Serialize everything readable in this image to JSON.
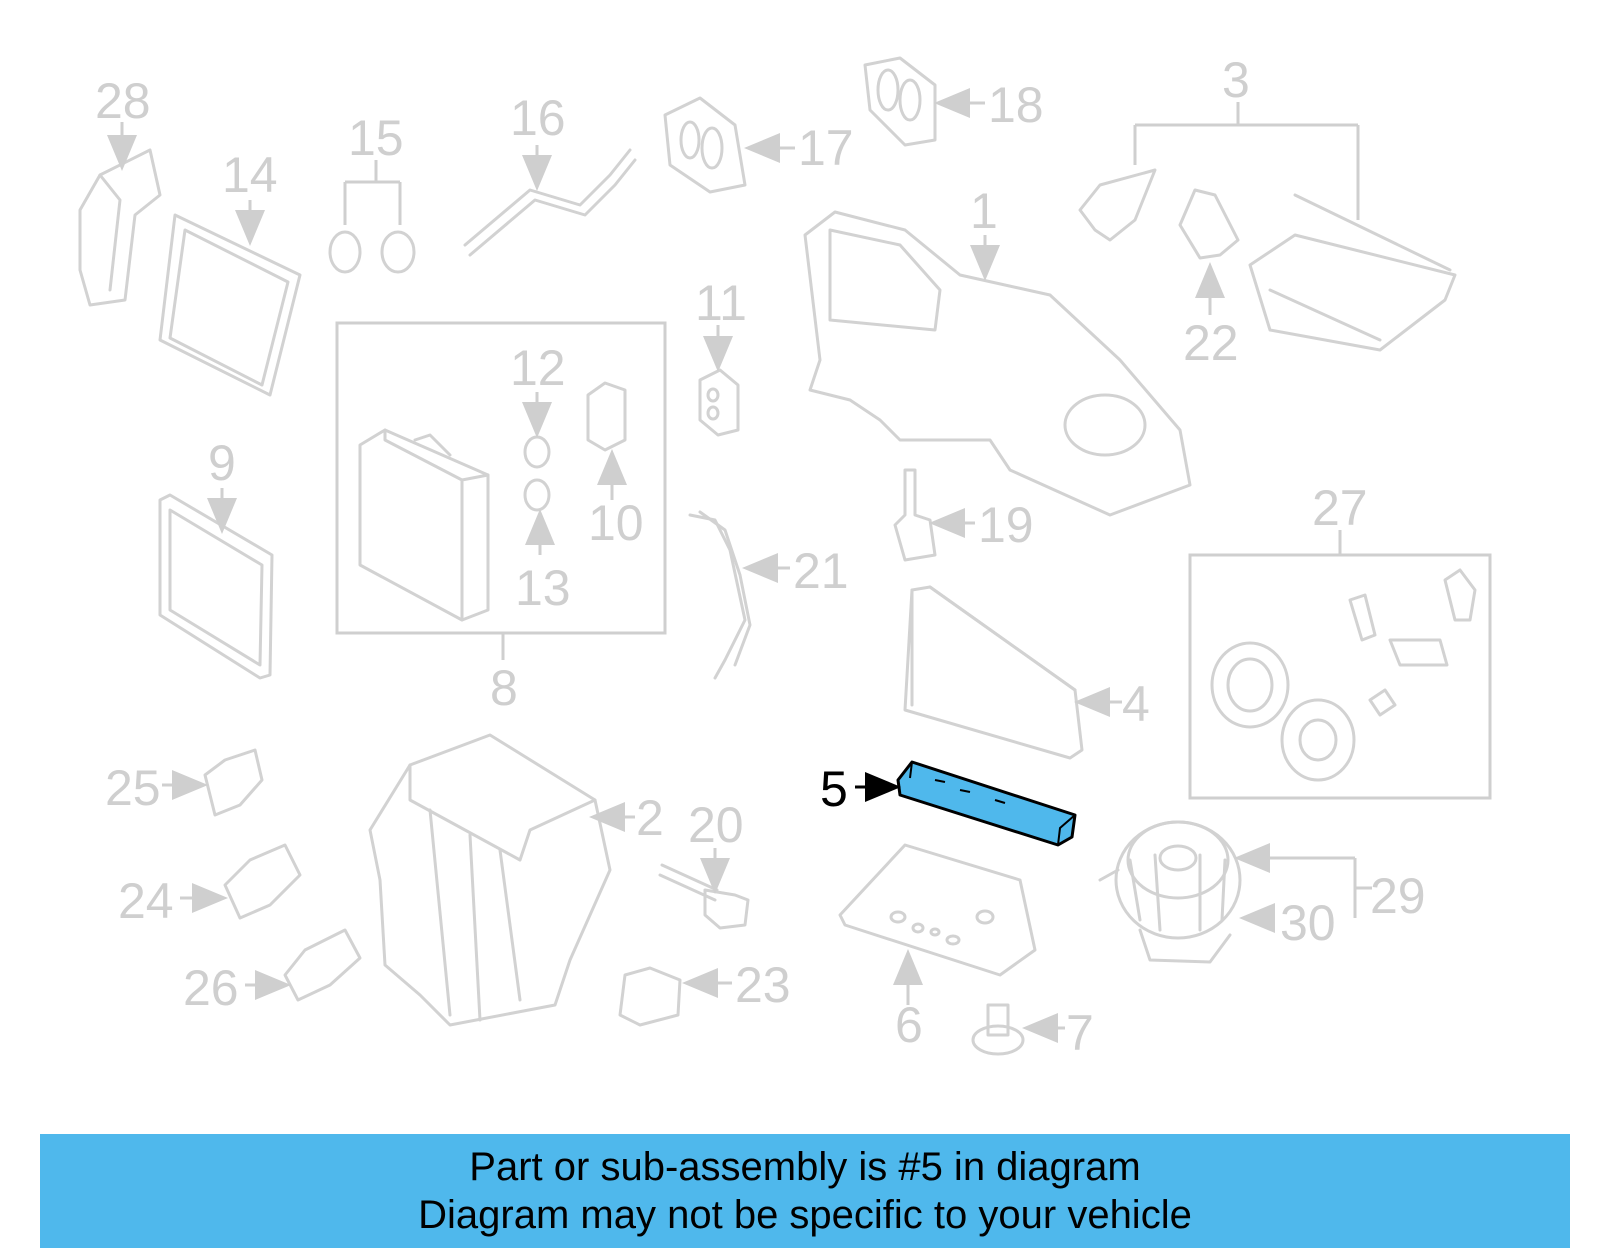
{
  "colors": {
    "highlight": "#4fb8ec",
    "muted": "#cfcfcf",
    "active_text": "#000000"
  },
  "labels": {
    "l1": "1",
    "l2": "2",
    "l3": "3",
    "l4": "4",
    "l5": "5",
    "l6": "6",
    "l7": "7",
    "l8": "8",
    "l9": "9",
    "l10": "10",
    "l11": "11",
    "l12": "12",
    "l13": "13",
    "l14": "14",
    "l15": "15",
    "l16": "16",
    "l17": "17",
    "l18": "18",
    "l19": "19",
    "l20": "20",
    "l21": "21",
    "l22": "22",
    "l23": "23",
    "l24": "24",
    "l25": "25",
    "l26": "26",
    "l27": "27",
    "l28": "28",
    "l29": "29",
    "l30": "30"
  },
  "highlighted_part": "5",
  "banner": {
    "line1": "Part or sub-assembly is #5 in diagram",
    "line2": "Diagram may not be specific to your vehicle"
  }
}
